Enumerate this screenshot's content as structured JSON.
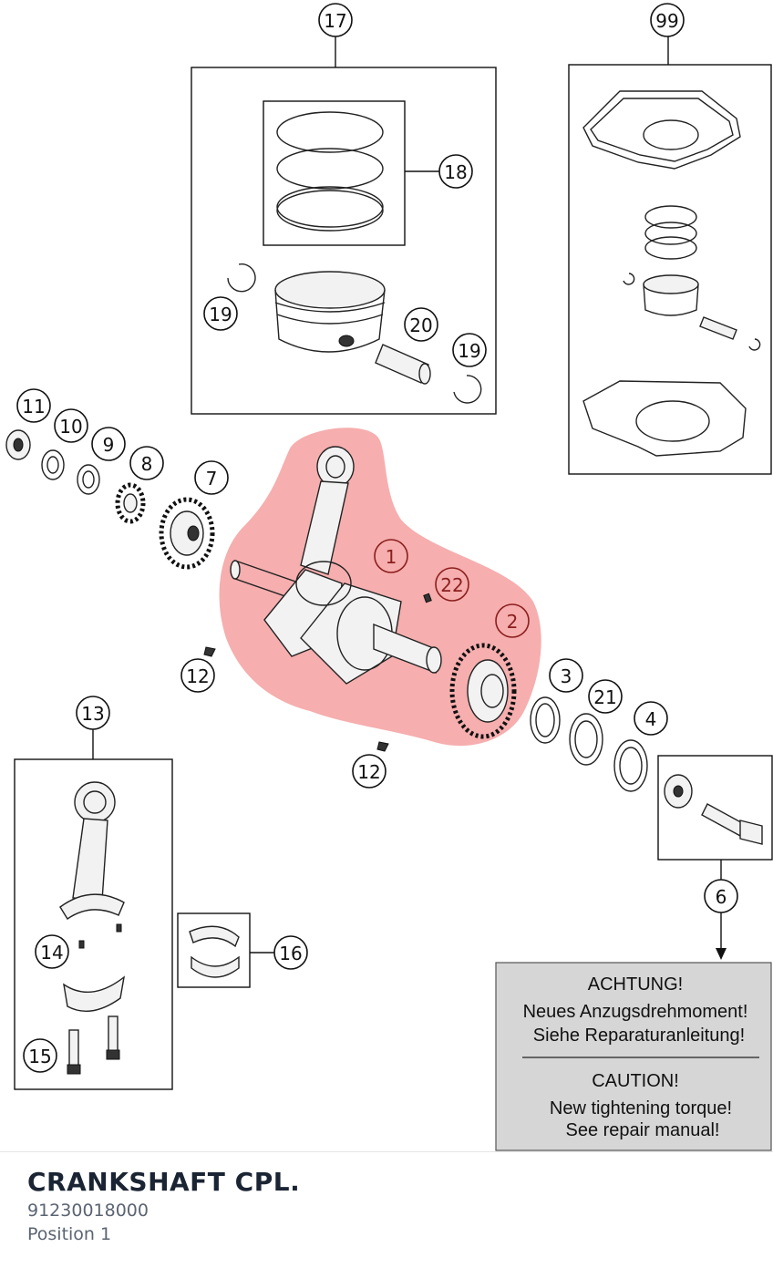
{
  "diagram": {
    "callouts": [
      "17",
      "18",
      "19",
      "20",
      "19",
      "99",
      "11",
      "10",
      "9",
      "8",
      "7",
      "1",
      "22",
      "2",
      "12",
      "3",
      "21",
      "4",
      "12",
      "13",
      "6",
      "14",
      "16",
      "15"
    ],
    "highlight_color": "#f5a0a0"
  },
  "notice": {
    "de_heading": "ACHTUNG!",
    "de_line1": "Neues Anzugsdrehmoment!",
    "de_line2": "Siehe Reparaturanleitung!",
    "en_heading": "CAUTION!",
    "en_line1": "New tightening torque!",
    "en_line2": "See repair manual!"
  },
  "footer": {
    "title": "CRANKSHAFT CPL.",
    "part_number": "91230018000",
    "position": "Position 1"
  }
}
